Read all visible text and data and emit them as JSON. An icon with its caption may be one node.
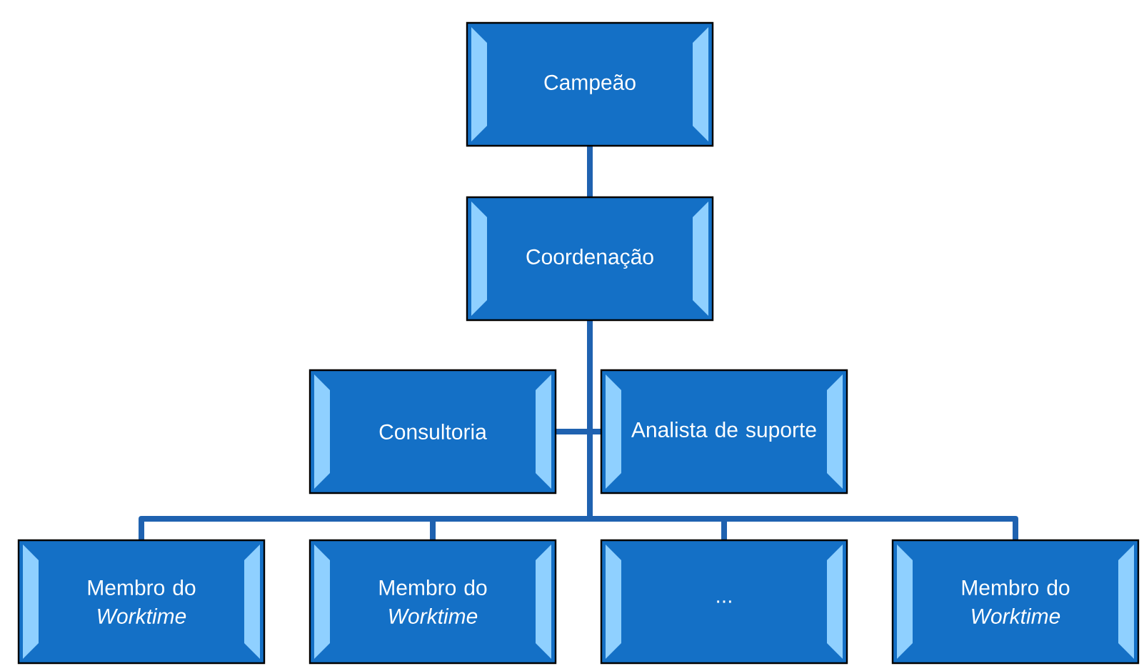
{
  "diagram": {
    "nodes": [
      {
        "text": [
          "Campeão"
        ]
      },
      {
        "text": [
          "Coordenação"
        ]
      },
      {
        "text": [
          "Consultoria"
        ]
      },
      {
        "text": [
          "Analista de suporte"
        ]
      },
      {
        "text": [
          "Membro do *Worktime*"
        ]
      },
      {
        "text": [
          "Membro do *Worktime*"
        ]
      },
      {
        "text": [
          "..."
        ]
      },
      {
        "text": [
          "Membro do *Worktime*"
        ]
      }
    ],
    "edges": [
      {
        "from": 0,
        "to": 1,
        "arrow": "none"
      },
      {
        "from": 1,
        "to": 2,
        "arrow": "none"
      },
      {
        "from": 1,
        "to": 3,
        "arrow": "none"
      },
      {
        "from": 1,
        "to": 4,
        "arrow": "none"
      },
      {
        "from": 1,
        "to": 5,
        "arrow": "none"
      },
      {
        "from": 1,
        "to": 6,
        "arrow": "none"
      },
      {
        "from": 1,
        "to": 7,
        "arrow": "none"
      }
    ]
  }
}
